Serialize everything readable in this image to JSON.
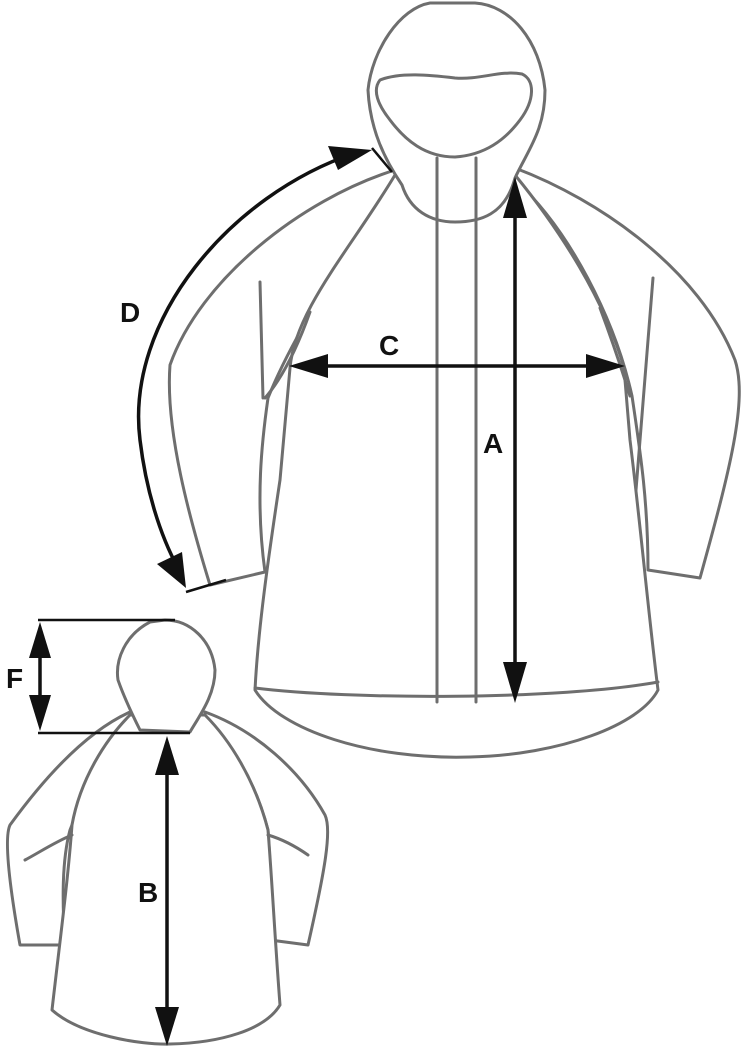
{
  "diagram": {
    "labels": {
      "a": "A",
      "b": "B",
      "c": "C",
      "d": "D",
      "f": "F"
    },
    "colors": {
      "outline": "#6e6e6e",
      "measure": "#111111",
      "background": "#ffffff"
    }
  }
}
